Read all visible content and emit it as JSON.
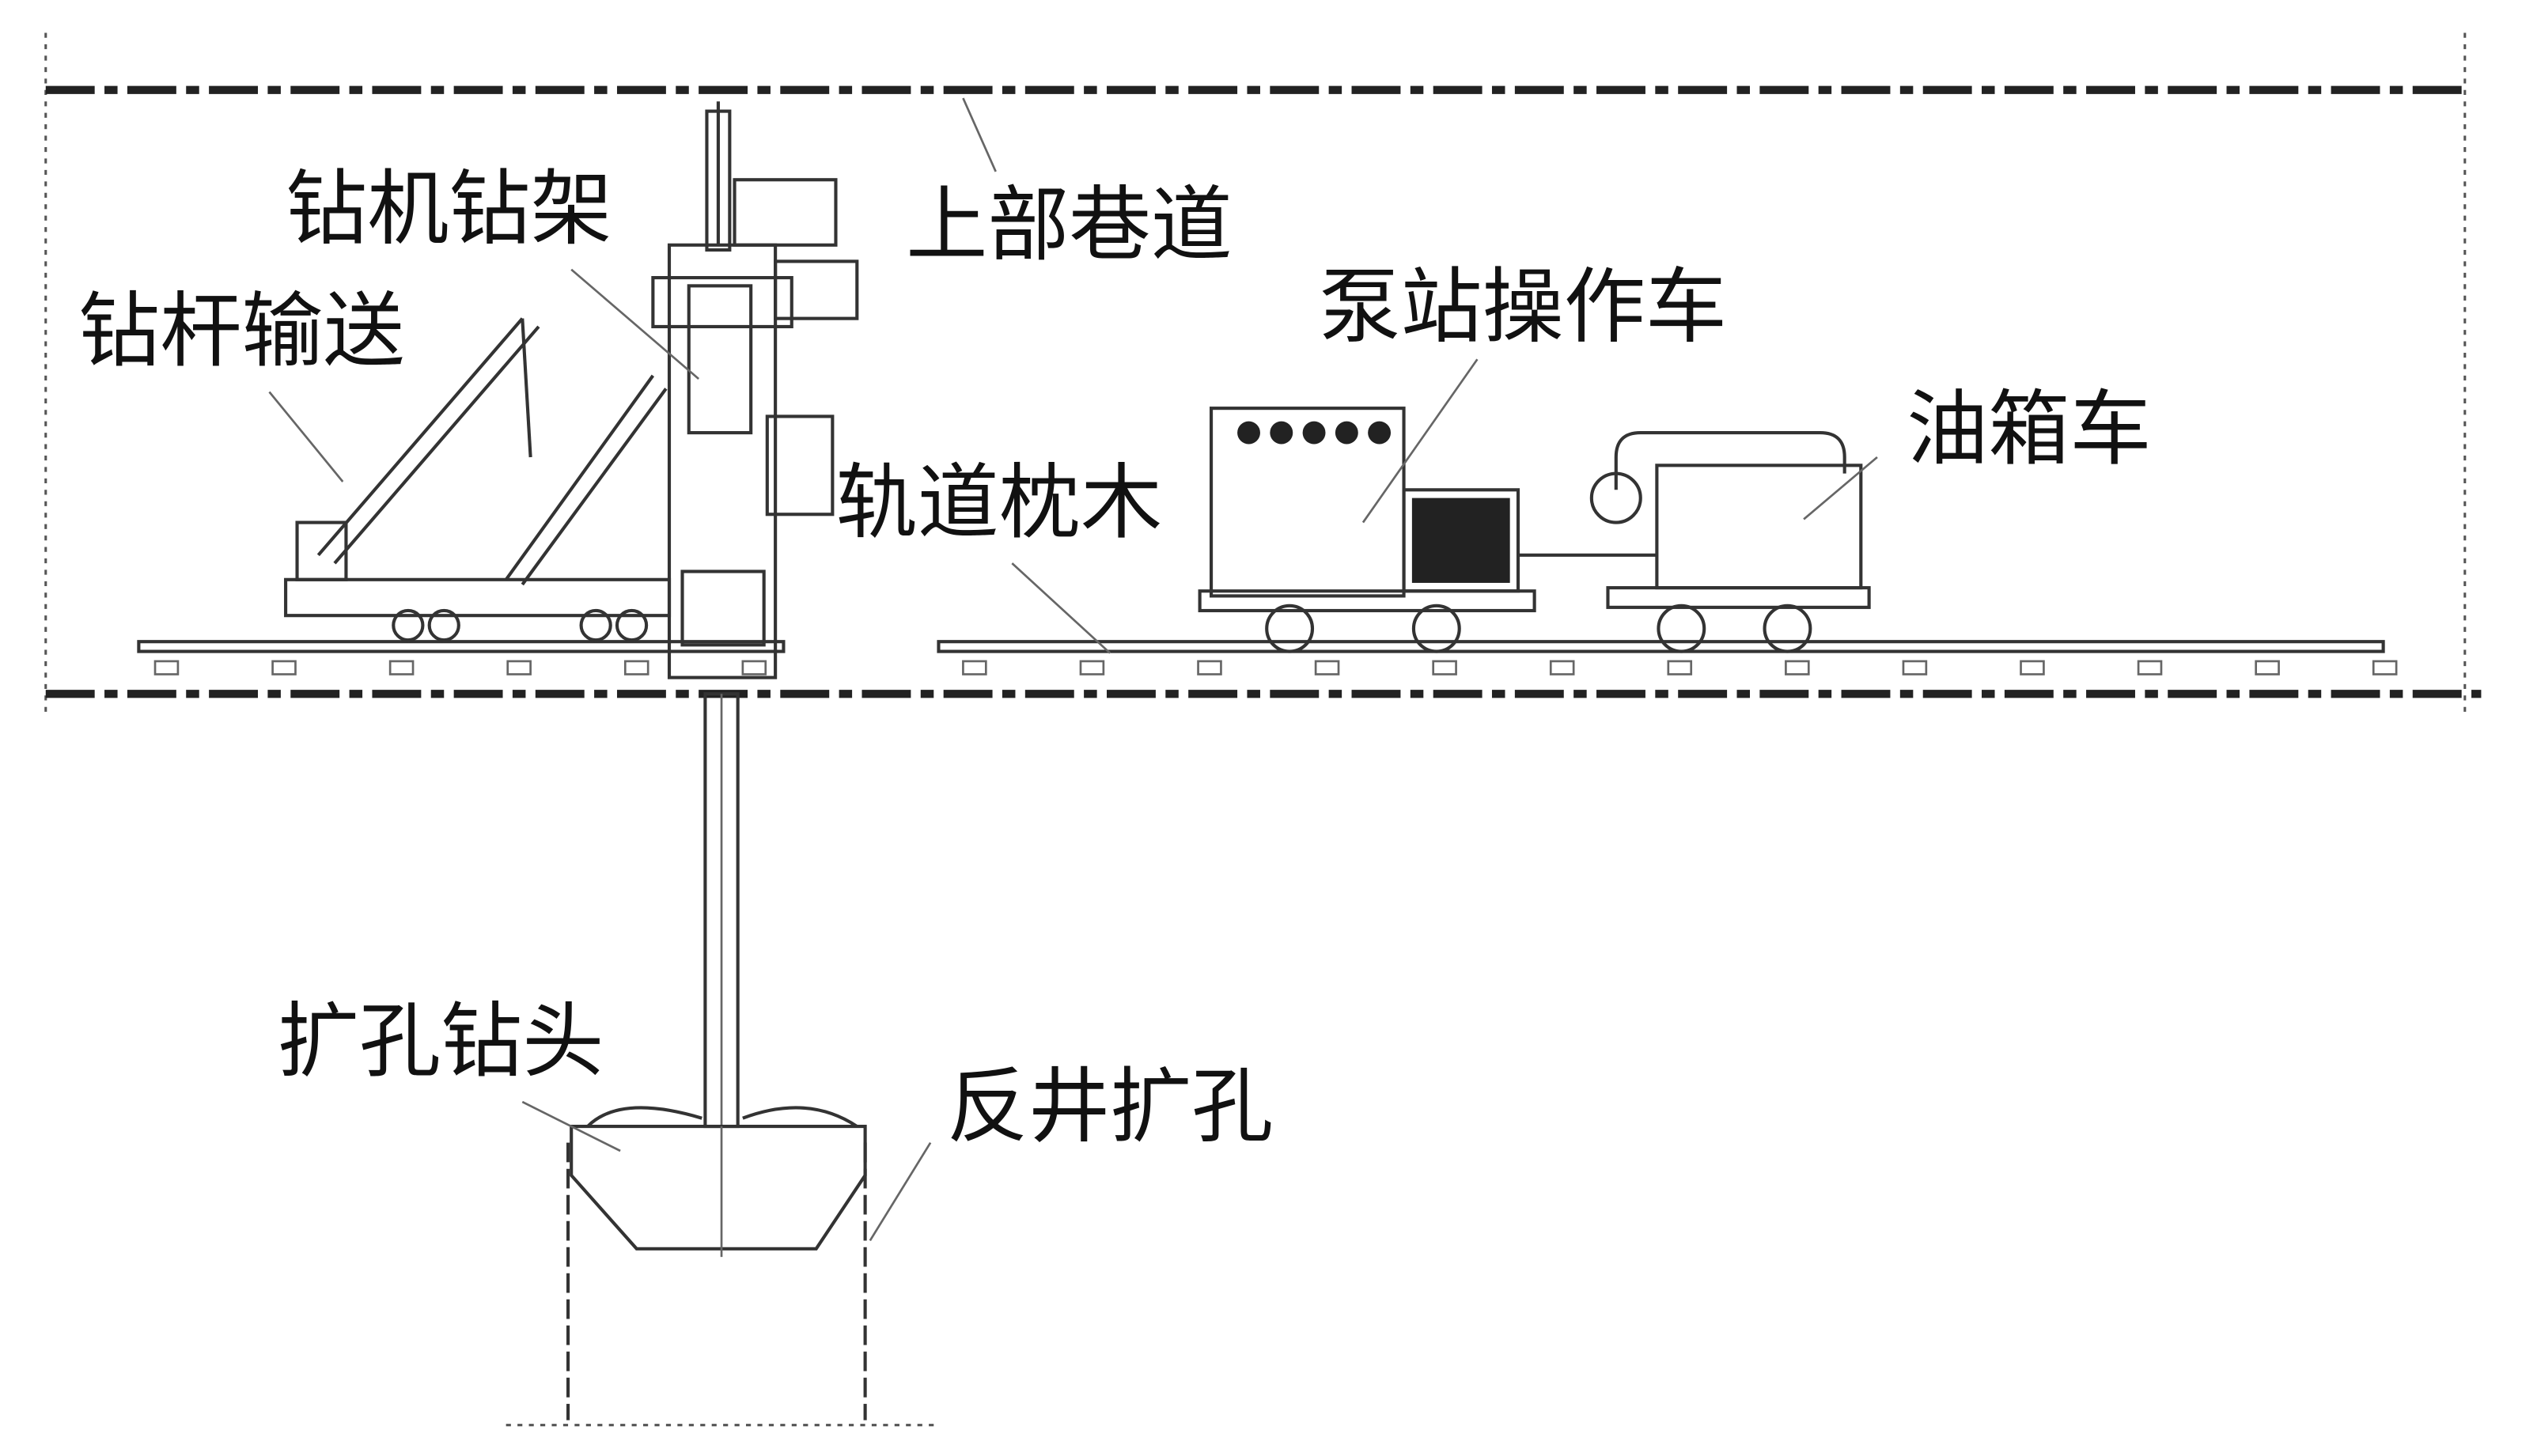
{
  "labels": {
    "drill_frame": "钻机钻架",
    "rod_conveyor": "钻杆输送",
    "upper_roadway": "上部巷道",
    "pump_car": "泵站操作车",
    "oil_tank_car": "油箱车",
    "track_sleepers": "轨道枕木",
    "reaming_bit": "扩孔钻头",
    "raise_reaming": "反井扩孔"
  },
  "colors": {
    "line": "#333333",
    "background": "#ffffff"
  }
}
